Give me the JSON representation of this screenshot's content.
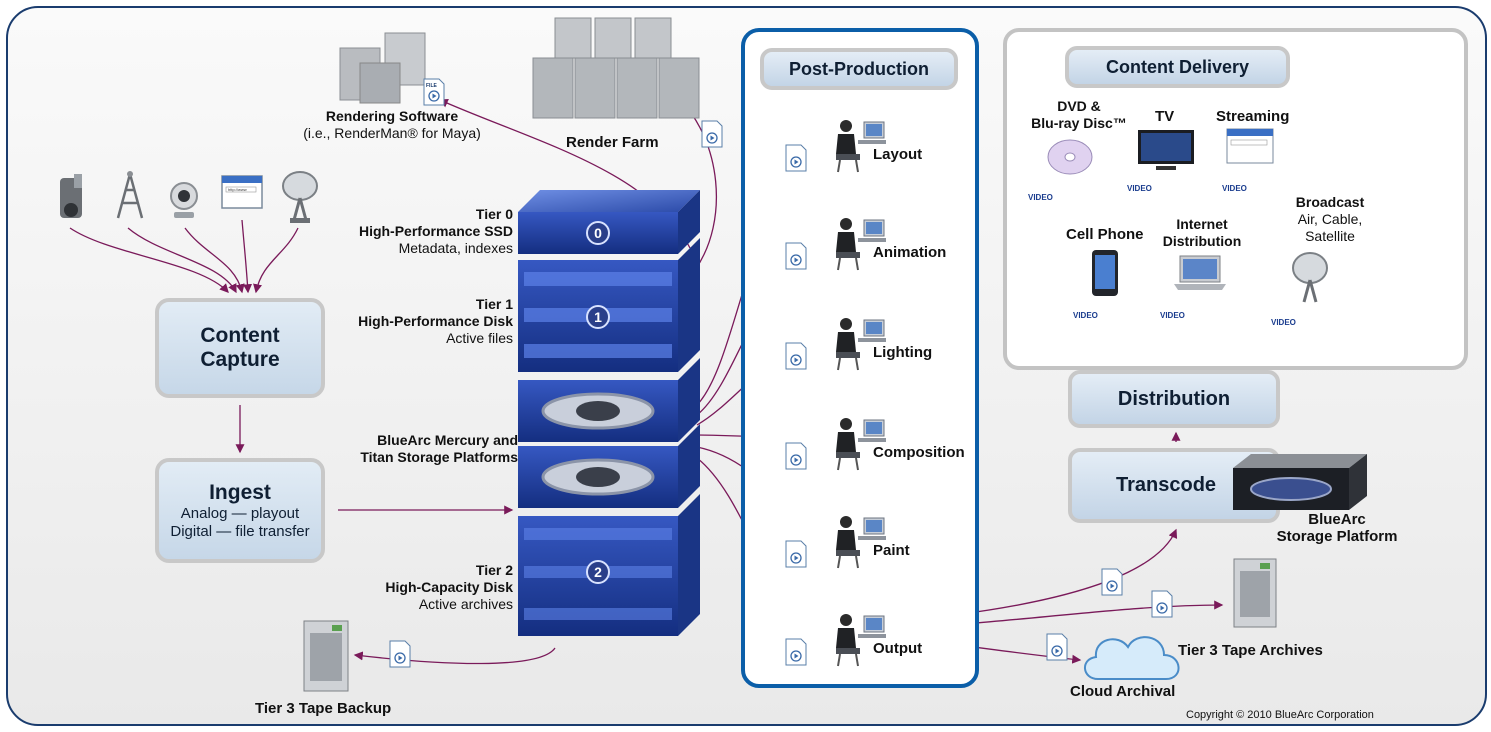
{
  "content_capture": {
    "title": "Content Capture"
  },
  "ingest": {
    "title": "Ingest",
    "line1": "Analog — playout",
    "line2": "Digital — file transfer"
  },
  "rendering": {
    "title": "Rendering Software",
    "sub": "(i.e., RenderMan® for Maya)"
  },
  "render_farm": {
    "label": "Render Farm"
  },
  "storage": {
    "tier0": {
      "tier": "Tier 0",
      "name": "High-Performance SSD",
      "desc": "Metadata, indexes",
      "badge": "0"
    },
    "tier1": {
      "tier": "Tier 1",
      "name": "High-Performance Disk",
      "desc": "Active files",
      "badge": "1"
    },
    "platforms": {
      "line1": "BlueArc Mercury and",
      "line2": "Titan Storage Platforms"
    },
    "tier2": {
      "tier": "Tier 2",
      "name": "High-Capacity Disk",
      "desc": "Active archives",
      "badge": "2"
    }
  },
  "tape_backup": {
    "label": "Tier 3 Tape Backup"
  },
  "post_production": {
    "title": "Post-Production",
    "stages": [
      "Layout",
      "Animation",
      "Lighting",
      "Composition",
      "Paint",
      "Output"
    ]
  },
  "content_delivery": {
    "title": "Content Delivery",
    "dvd": {
      "line1": "DVD &",
      "line2": "Blu-ray Disc™"
    },
    "tv": "TV",
    "streaming": "Streaming",
    "cell_phone": "Cell Phone",
    "internet": {
      "line1": "Internet",
      "line2": "Distribution"
    },
    "broadcast": {
      "title": "Broadcast",
      "line1": "Air, Cable,",
      "line2": "Satellite"
    },
    "video_tag": "VIDEO"
  },
  "distribution": {
    "title": "Distribution"
  },
  "transcode": {
    "title": "Transcode"
  },
  "bluearc_platform": {
    "line1": "BlueArc",
    "line2": "Storage Platform"
  },
  "tape_archives": {
    "label": "Tier 3 Tape Archives"
  },
  "cloud": {
    "label": "Cloud Archival"
  },
  "file_tag": "FILE",
  "url_text": "http://www",
  "copyright": "Copyright © 2010 BlueArc Corporation",
  "icons": [
    "video-camera-icon",
    "radio-tower-icon",
    "webcam-icon",
    "browser-icon",
    "satellite-dish-icon",
    "server-rack-icon",
    "tape-library-icon",
    "workstation-icon",
    "dvd-disc-icon",
    "tv-icon",
    "smartphone-icon",
    "laptop-icon",
    "cloud-icon",
    "file-icon"
  ],
  "colors": {
    "frame": "#1a3c6e",
    "arrow": "#7a1a5a",
    "panel_blue": "#0b5ea8",
    "box_fill": "#d4e2ef",
    "storage_blue": "#1e3f9e"
  }
}
